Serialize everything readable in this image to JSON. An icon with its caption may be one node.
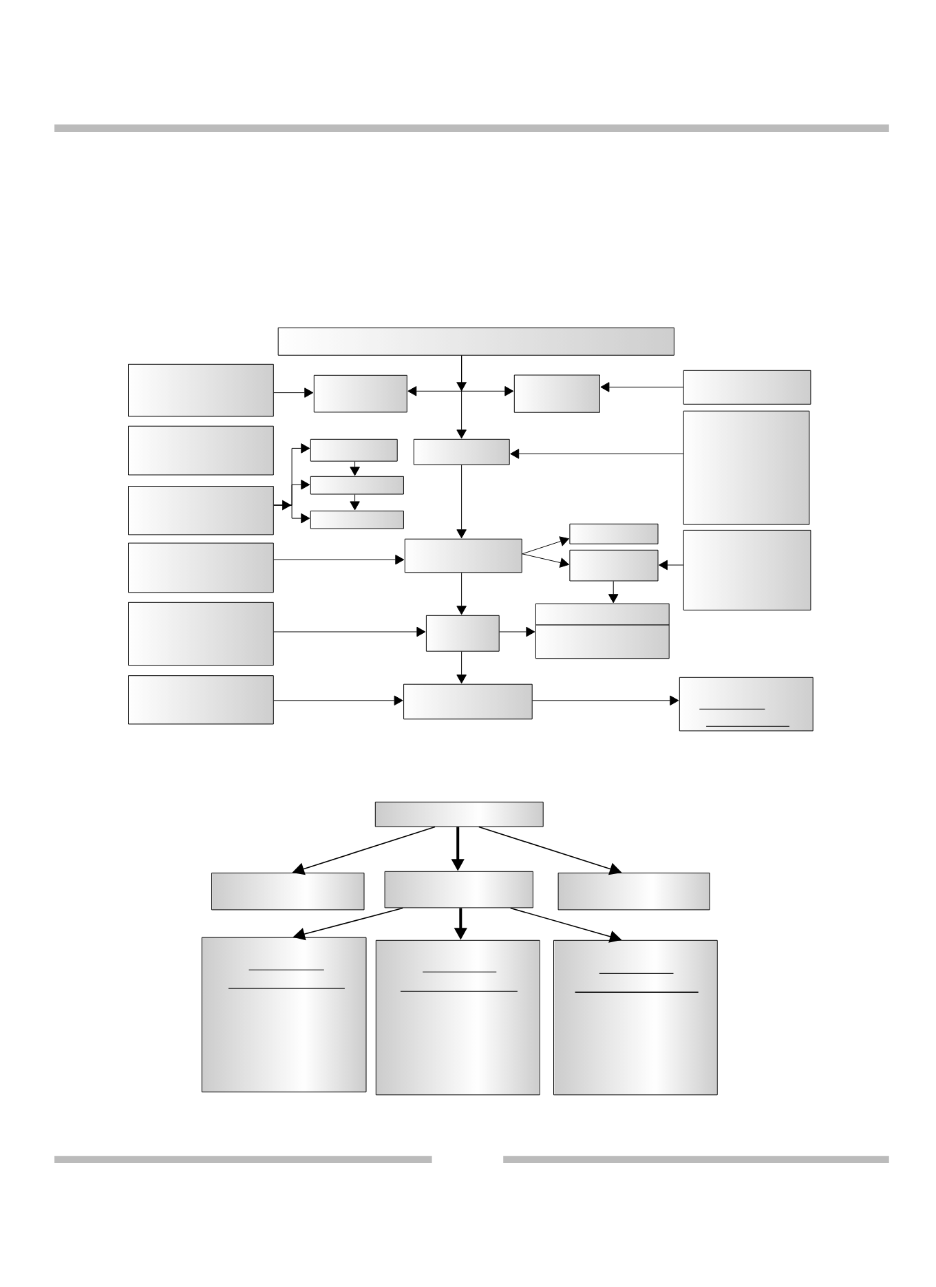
{
  "diagram": {
    "nodes": [
      {
        "text": [],
        "shape": "box"
      },
      {
        "text": [],
        "shape": "box"
      },
      {
        "text": [],
        "shape": "box"
      },
      {
        "text": [],
        "shape": "box"
      },
      {
        "text": [],
        "shape": "box"
      },
      {
        "text": [],
        "shape": "box"
      },
      {
        "text": [],
        "shape": "box"
      },
      {
        "text": [],
        "shape": "box"
      },
      {
        "text": [],
        "shape": "box"
      },
      {
        "text": [],
        "shape": "box"
      },
      {
        "text": [],
        "shape": "box"
      },
      {
        "text": [],
        "shape": "box"
      },
      {
        "text": [],
        "shape": "box"
      },
      {
        "text": [],
        "shape": "box"
      },
      {
        "text": [],
        "shape": "box"
      },
      {
        "text": [],
        "shape": "box"
      },
      {
        "text": [],
        "shape": "box"
      },
      {
        "text": [],
        "shape": "box"
      },
      {
        "text": [],
        "shape": "box"
      },
      {
        "text": [],
        "shape": "box"
      },
      {
        "text": [],
        "shape": "box"
      },
      {
        "text": [],
        "shape": "box"
      },
      {
        "text": [],
        "shape": "box"
      },
      {
        "text": [],
        "shape": "box"
      },
      {
        "text": [],
        "shape": "box"
      },
      {
        "text": [],
        "shape": "box"
      },
      {
        "text": [],
        "shape": "box"
      },
      {
        "text": [],
        "shape": "box"
      },
      {
        "text": [],
        "shape": "box"
      },
      {
        "text": [],
        "shape": "box"
      },
      {
        "text": [],
        "shape": "box"
      }
    ],
    "edges": [
      {
        "from": 0,
        "to": 2,
        "arrow": "to"
      },
      {
        "from": 0,
        "to": 3,
        "arrow": "to"
      },
      {
        "from": 0,
        "to": 7,
        "arrow": "to"
      },
      {
        "from": 1,
        "to": 2,
        "arrow": "to"
      },
      {
        "from": 4,
        "to": 3,
        "arrow": "to"
      },
      {
        "from": 8,
        "to": 7,
        "arrow": "to"
      },
      {
        "from": 9,
        "to": 6,
        "arrow": "to"
      },
      {
        "from": 9,
        "to": 10,
        "arrow": "to"
      },
      {
        "from": 9,
        "to": 11,
        "arrow": "to"
      },
      {
        "from": 6,
        "to": 10,
        "arrow": "to"
      },
      {
        "from": 10,
        "to": 11,
        "arrow": "to"
      },
      {
        "from": 7,
        "to": 14,
        "arrow": "to"
      },
      {
        "from": 13,
        "to": 14,
        "arrow": "to"
      },
      {
        "from": 14,
        "to": 12,
        "arrow": "to"
      },
      {
        "from": 14,
        "to": 15,
        "arrow": "to"
      },
      {
        "from": 16,
        "to": 15,
        "arrow": "to"
      },
      {
        "from": 15,
        "to": 19,
        "arrow": "to"
      },
      {
        "from": 14,
        "to": 18,
        "arrow": "to"
      },
      {
        "from": 17,
        "to": 18,
        "arrow": "to"
      },
      {
        "from": 18,
        "to": 20,
        "arrow": "to"
      },
      {
        "from": 18,
        "to": 22,
        "arrow": "to"
      },
      {
        "from": 21,
        "to": 22,
        "arrow": "to"
      },
      {
        "from": 22,
        "to": 23,
        "arrow": "to"
      },
      {
        "from": 24,
        "to": 25,
        "arrow": "to"
      },
      {
        "from": 24,
        "to": 26,
        "arrow": "to",
        "style": "thick"
      },
      {
        "from": 24,
        "to": 27,
        "arrow": "to"
      },
      {
        "from": 26,
        "to": 28,
        "arrow": "to"
      },
      {
        "from": 26,
        "to": 29,
        "arrow": "to",
        "style": "thick"
      },
      {
        "from": 26,
        "to": 30,
        "arrow": "to"
      }
    ]
  }
}
